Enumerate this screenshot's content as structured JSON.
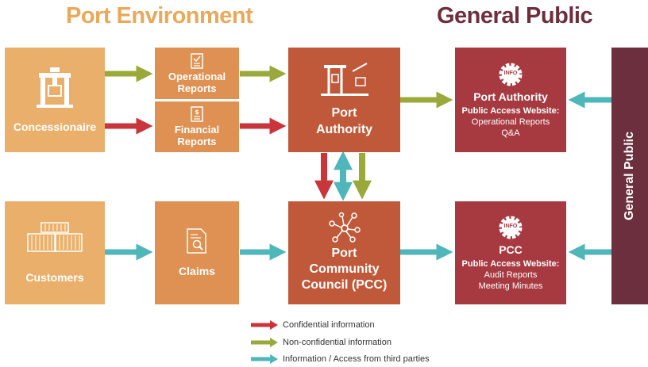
{
  "headers": {
    "left": "Port Environment",
    "right": "General Public"
  },
  "boxes": {
    "concessionaire": "Concessionaire",
    "operational_reports": "Operational\nReports",
    "financial_reports": "Financial\nReports",
    "port_authority": "Port\nAuthority",
    "customers": "Customers",
    "claims": "Claims",
    "pcc": "Port\nCommunity\nCouncil (PCC)"
  },
  "public": {
    "pa": {
      "badge": "INFO",
      "title": "Port Authority",
      "subtitle": "Public Access Website:",
      "items": [
        "Operational Reports",
        "Q&A"
      ]
    },
    "pcc": {
      "badge": "INFO",
      "title": "PCC",
      "subtitle": "Public Access Website:",
      "items": [
        "Audit Reports",
        "Meeting Minutes"
      ]
    }
  },
  "general_public_bar": "General Public",
  "legend": [
    {
      "label": "Confidential information",
      "color": "#c8363b"
    },
    {
      "label": "Non-confidential information",
      "color": "#9aa93a"
    },
    {
      "label": "Information / Access from third parties",
      "color": "#4fb6b9"
    }
  ],
  "colors": {
    "header_left": "#e8a95a",
    "header_right": "#6c2f3d",
    "light_orange": "#eab06b",
    "mid_orange": "#de9152",
    "dark_orange": "#c0593a",
    "wine": "#a63a40",
    "dark_wine": "#6c2f3d",
    "red": "#c8363b",
    "green": "#9aa93a",
    "teal": "#4fb6b9"
  }
}
